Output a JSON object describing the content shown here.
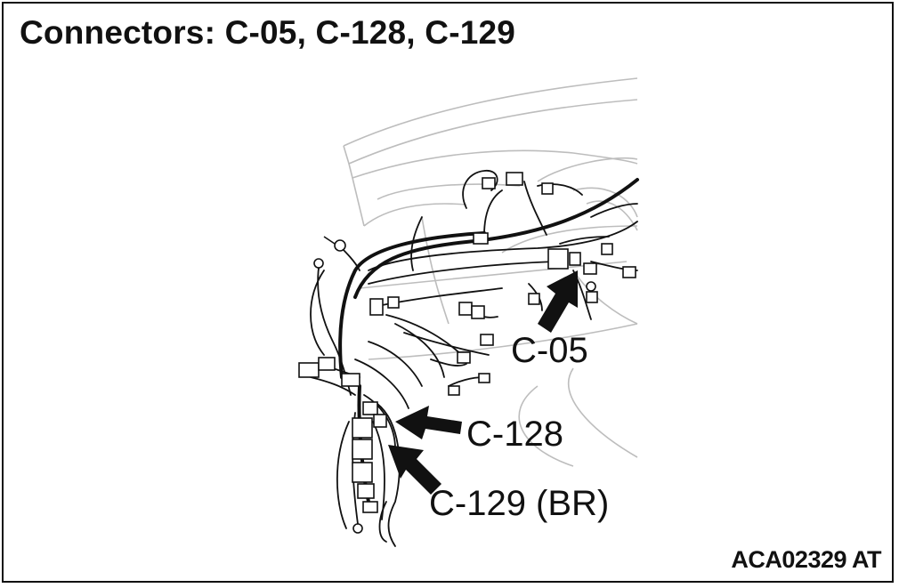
{
  "figure": {
    "title": "Connectors: C-05, C-128, C-129",
    "figure_id": "ACA02329 AT"
  },
  "callouts": {
    "c05": "C-05",
    "c128": "C-128",
    "c129": "C-129 (BR)"
  },
  "colors": {
    "ink": "#111111",
    "outline": "#bbbbbb",
    "background": "#ffffff"
  }
}
